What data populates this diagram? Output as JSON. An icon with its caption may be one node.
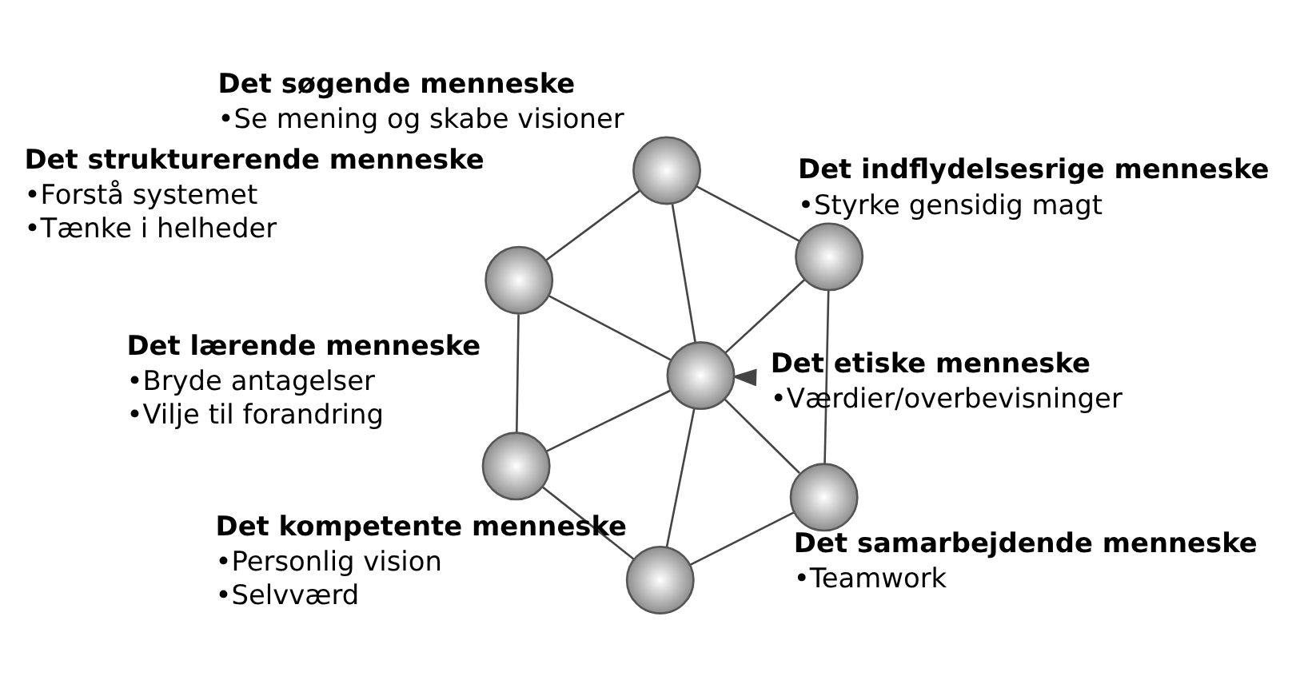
{
  "diagram": {
    "nodes": [
      {
        "text": [],
        "shape": "circle",
        "beside": [
          "Det søgende menneske",
          "•Se mening og skabe visioner"
        ]
      },
      {
        "text": [],
        "shape": "circle",
        "beside": [
          "Det indflydelsesrige menneske",
          "•Styrke gensidig magt"
        ]
      },
      {
        "text": [],
        "shape": "circle",
        "beside": [
          "Det strukturerende menneske",
          "•Forstå systemet",
          "•Tænke i helheder"
        ]
      },
      {
        "text": [],
        "shape": "circle"
      },
      {
        "text": [],
        "shape": "circle",
        "beside": [
          "Det samarbejdende menneske",
          "•Teamwork"
        ]
      },
      {
        "text": [],
        "shape": "circle",
        "beside": [
          "Det lærende menneske",
          "•Bryde antagelser",
          "•Vilje til forandring"
        ]
      },
      {
        "text": [],
        "shape": "circle",
        "beside": [
          "Det kompetente menneske",
          "•Personlig vision",
          "•Selvværd"
        ]
      },
      {
        "text": [
          "Det etiske menneske",
          "•Værdier/overbevisninger"
        ]
      }
    ],
    "edges": [
      {
        "from": 3,
        "to": 0,
        "arrow": "none"
      },
      {
        "from": 3,
        "to": 1,
        "arrow": "none"
      },
      {
        "from": 3,
        "to": 2,
        "arrow": "none"
      },
      {
        "from": 3,
        "to": 4,
        "arrow": "none"
      },
      {
        "from": 3,
        "to": 5,
        "arrow": "none"
      },
      {
        "from": 3,
        "to": 6,
        "arrow": "none"
      },
      {
        "from": 0,
        "to": 2,
        "arrow": "none"
      },
      {
        "from": 2,
        "to": 5,
        "arrow": "none"
      },
      {
        "from": 5,
        "to": 6,
        "arrow": "none"
      },
      {
        "from": 6,
        "to": 4,
        "arrow": "none"
      },
      {
        "from": 4,
        "to": 1,
        "arrow": "none"
      },
      {
        "from": 1,
        "to": 0,
        "arrow": "none"
      },
      {
        "from": 7,
        "to": 3,
        "arrow": "to"
      }
    ]
  }
}
